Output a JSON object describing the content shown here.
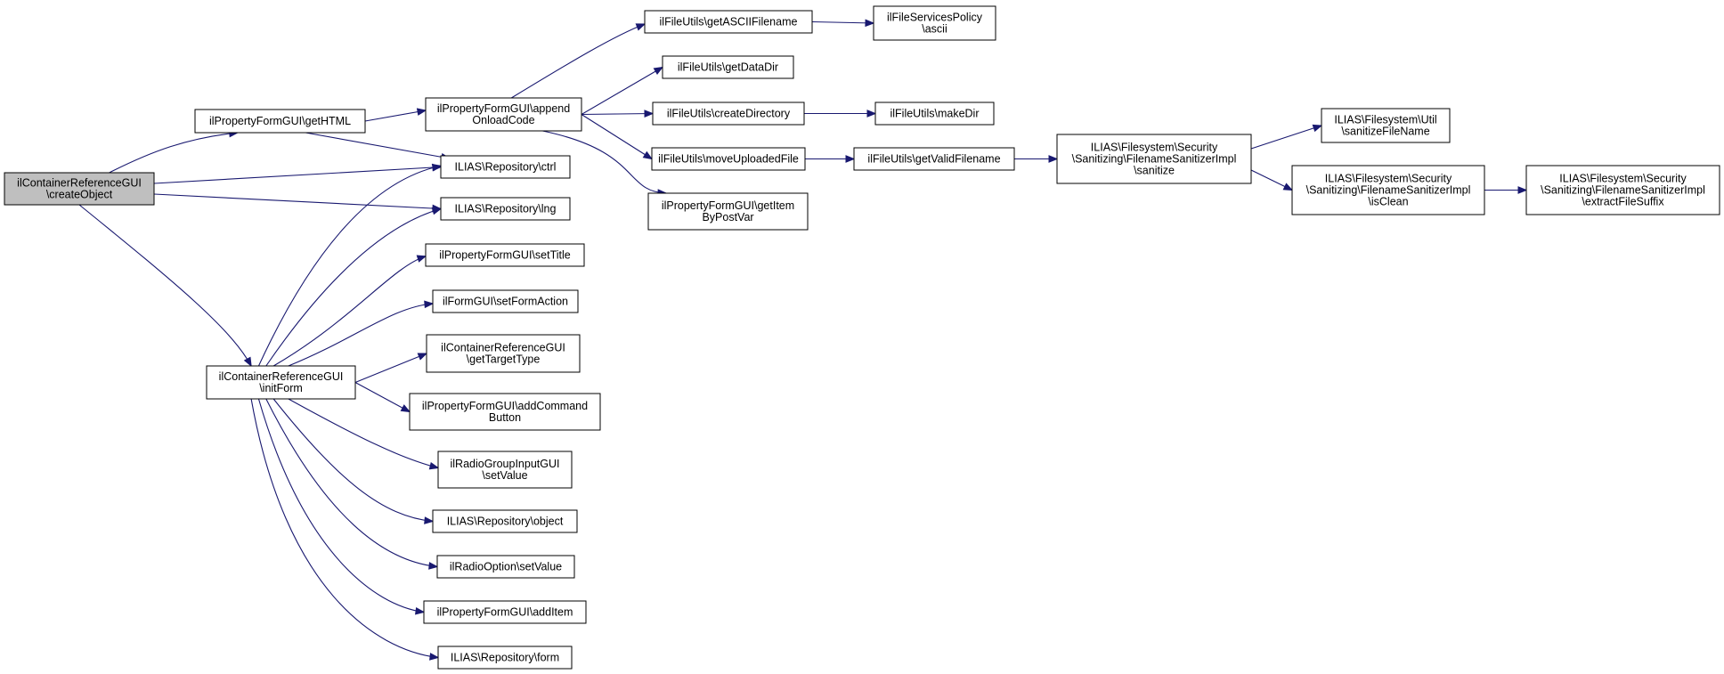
{
  "colors": {
    "edge": "#191970",
    "root_fill": "#bfbfbf",
    "node_fill": "#ffffff",
    "border": "#000000"
  },
  "nodes": [
    {
      "id": "createObject",
      "lines": [
        "ilContainerReferenceGUI",
        "\\createObject"
      ],
      "root": true
    },
    {
      "id": "getHTML",
      "lines": [
        "ilPropertyFormGUI\\getHTML"
      ]
    },
    {
      "id": "initForm",
      "lines": [
        "ilContainerReferenceGUI",
        "\\initForm"
      ]
    },
    {
      "id": "appendOnload",
      "lines": [
        "ilPropertyFormGUI\\append",
        "OnloadCode"
      ]
    },
    {
      "id": "ctrl",
      "lines": [
        "ILIAS\\Repository\\ctrl"
      ]
    },
    {
      "id": "lng",
      "lines": [
        "ILIAS\\Repository\\lng"
      ]
    },
    {
      "id": "setTitle",
      "lines": [
        "ilPropertyFormGUI\\setTitle"
      ]
    },
    {
      "id": "setFormAction",
      "lines": [
        "ilFormGUI\\setFormAction"
      ]
    },
    {
      "id": "getTargetType",
      "lines": [
        "ilContainerReferenceGUI",
        "\\getTargetType"
      ]
    },
    {
      "id": "addCommandButton",
      "lines": [
        "ilPropertyFormGUI\\addCommand",
        "Button"
      ]
    },
    {
      "id": "radioSetValue",
      "lines": [
        "ilRadioGroupInputGUI",
        "\\setValue"
      ]
    },
    {
      "id": "object",
      "lines": [
        "ILIAS\\Repository\\object"
      ]
    },
    {
      "id": "optionSetValue",
      "lines": [
        "ilRadioOption\\setValue"
      ]
    },
    {
      "id": "addItem",
      "lines": [
        "ilPropertyFormGUI\\addItem"
      ]
    },
    {
      "id": "form",
      "lines": [
        "ILIAS\\Repository\\form"
      ]
    },
    {
      "id": "getASCII",
      "lines": [
        "ilFileUtils\\getASCIIFilename"
      ]
    },
    {
      "id": "getDataDir",
      "lines": [
        "ilFileUtils\\getDataDir"
      ]
    },
    {
      "id": "createDirectory",
      "lines": [
        "ilFileUtils\\createDirectory"
      ]
    },
    {
      "id": "moveUploaded",
      "lines": [
        "ilFileUtils\\moveUploadedFile"
      ]
    },
    {
      "id": "getItemByPostVar",
      "lines": [
        "ilPropertyFormGUI\\getItem",
        "ByPostVar"
      ]
    },
    {
      "id": "ascii",
      "lines": [
        "ilFileServicesPolicy",
        "\\ascii"
      ]
    },
    {
      "id": "makeDir",
      "lines": [
        "ilFileUtils\\makeDir"
      ]
    },
    {
      "id": "getValidFilename",
      "lines": [
        "ilFileUtils\\getValidFilename"
      ]
    },
    {
      "id": "sanitize",
      "lines": [
        "ILIAS\\Filesystem\\Security",
        "\\Sanitizing\\FilenameSanitizerImpl",
        "\\sanitize"
      ]
    },
    {
      "id": "sanitizeFileName",
      "lines": [
        "ILIAS\\Filesystem\\Util",
        "\\sanitizeFileName"
      ]
    },
    {
      "id": "isClean",
      "lines": [
        "ILIAS\\Filesystem\\Security",
        "\\Sanitizing\\FilenameSanitizerImpl",
        "\\isClean"
      ]
    },
    {
      "id": "extractFileSuffix",
      "lines": [
        "ILIAS\\Filesystem\\Security",
        "\\Sanitizing\\FilenameSanitizerImpl",
        "\\extractFileSuffix"
      ]
    }
  ],
  "edges": [
    [
      "createObject",
      "getHTML"
    ],
    [
      "createObject",
      "ctrl"
    ],
    [
      "createObject",
      "lng"
    ],
    [
      "createObject",
      "initForm"
    ],
    [
      "getHTML",
      "appendOnload"
    ],
    [
      "getHTML",
      "ctrl"
    ],
    [
      "initForm",
      "ctrl"
    ],
    [
      "initForm",
      "lng"
    ],
    [
      "initForm",
      "setTitle"
    ],
    [
      "initForm",
      "setFormAction"
    ],
    [
      "initForm",
      "getTargetType"
    ],
    [
      "initForm",
      "addCommandButton"
    ],
    [
      "initForm",
      "radioSetValue"
    ],
    [
      "initForm",
      "object"
    ],
    [
      "initForm",
      "optionSetValue"
    ],
    [
      "initForm",
      "addItem"
    ],
    [
      "initForm",
      "form"
    ],
    [
      "appendOnload",
      "getASCII"
    ],
    [
      "appendOnload",
      "getDataDir"
    ],
    [
      "appendOnload",
      "createDirectory"
    ],
    [
      "appendOnload",
      "moveUploaded"
    ],
    [
      "appendOnload",
      "getItemByPostVar"
    ],
    [
      "getASCII",
      "ascii"
    ],
    [
      "createDirectory",
      "makeDir"
    ],
    [
      "moveUploaded",
      "getValidFilename"
    ],
    [
      "getValidFilename",
      "sanitize"
    ],
    [
      "sanitize",
      "sanitizeFileName"
    ],
    [
      "sanitize",
      "isClean"
    ],
    [
      "isClean",
      "extractFileSuffix"
    ]
  ]
}
